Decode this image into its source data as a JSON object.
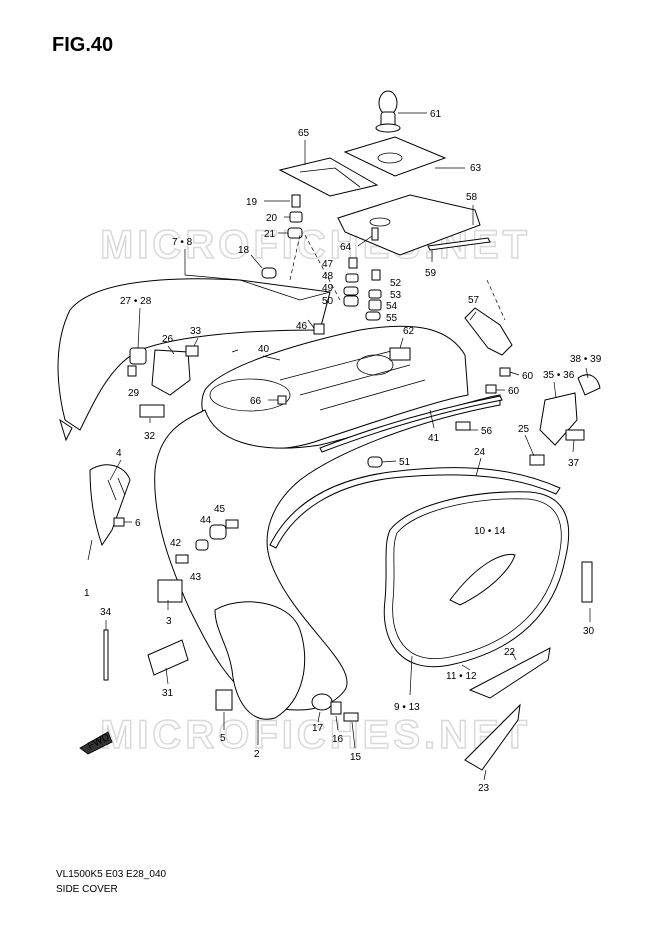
{
  "figure": {
    "title": "FIG.40",
    "model_code": "VL1500K5 E03 E28_040",
    "name": "SIDE COVER"
  },
  "watermark": "MICROFICHES.NET",
  "front_arrow": "FWD",
  "callouts": [
    "61",
    "65",
    "63",
    "58",
    "19",
    "20",
    "21",
    "64",
    "59",
    "7 • 8",
    "18",
    "47",
    "52",
    "48",
    "53",
    "49",
    "54",
    "50",
    "55",
    "57",
    "27 • 28",
    "26",
    "33",
    "46",
    "62",
    "40",
    "60",
    "60",
    "38 • 39",
    "29",
    "66",
    "35 • 36",
    "32",
    "41",
    "56",
    "25",
    "37",
    "4",
    "51",
    "24",
    "6",
    "45",
    "44",
    "10 • 14",
    "42",
    "43",
    "1",
    "3",
    "30",
    "34",
    "22",
    "31",
    "11 • 12",
    "17",
    "16",
    "9 • 13",
    "5",
    "2",
    "15",
    "23"
  ]
}
